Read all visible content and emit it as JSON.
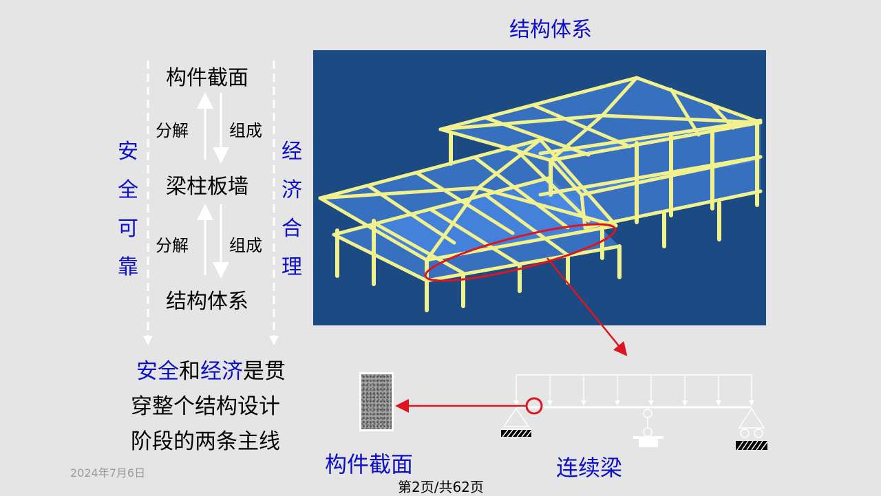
{
  "slide": {
    "title": "结构体系",
    "hierarchy": {
      "top": "构件截面",
      "middle": "梁柱板墙",
      "bottom": "结构体系",
      "decompose_label_1": "分解",
      "compose_label_1": "组成",
      "decompose_label_2": "分解",
      "compose_label_2": "组成"
    },
    "left_vertical": [
      "安",
      "全",
      "可",
      "靠"
    ],
    "right_vertical": [
      "经",
      "济",
      "合",
      "理"
    ],
    "summary": {
      "part1": "安全",
      "part2": "和",
      "part3": "经济",
      "part4": "是贯",
      "line2": "穿整个结构设计",
      "line3": "阶段的两条主线"
    },
    "section_label": "构件截面",
    "beam_label": "连续梁",
    "date": "2024年7月6日",
    "page": "第2页/共62页"
  },
  "colors": {
    "background": "#e5e5e5",
    "accent_blue": "#0d0dcc",
    "frame_bg": "#1c4a82",
    "frame_members": "#f2f28c",
    "highlight_red": "#e0141e"
  }
}
